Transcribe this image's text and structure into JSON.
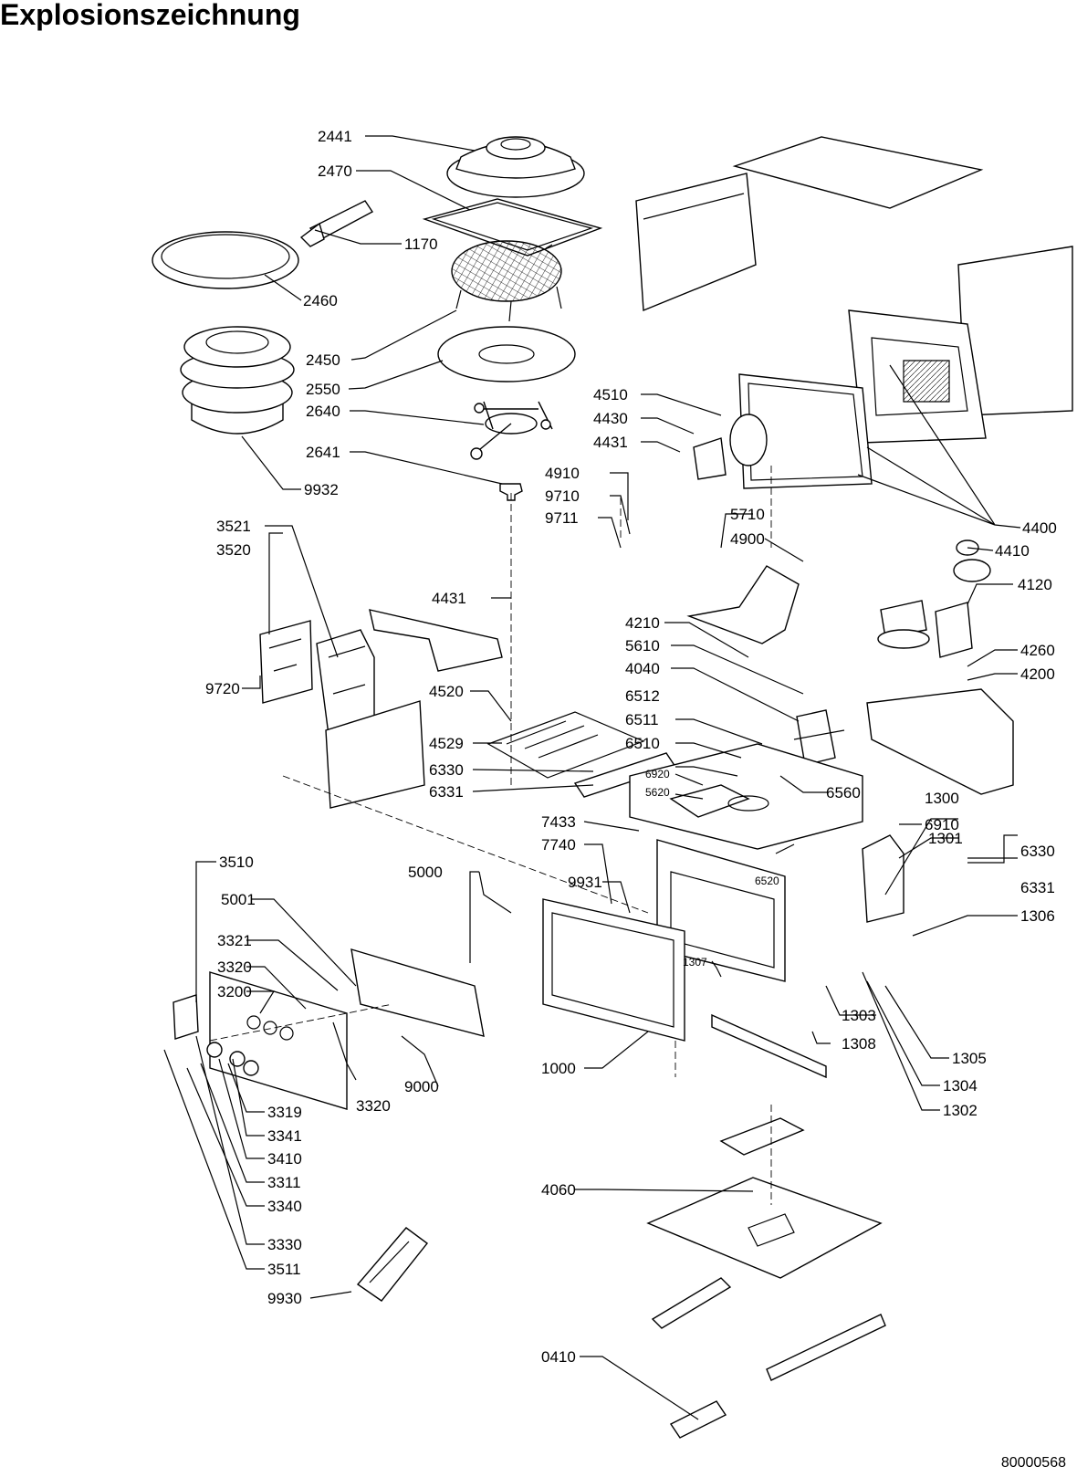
{
  "title": "Explosionszeichnung",
  "document_number": "80000568",
  "part_labels": [
    "2441",
    "2470",
    "1170",
    "2460",
    "2450",
    "2550",
    "2640",
    "2641",
    "9932",
    "4510",
    "4430",
    "4431",
    "4400",
    "4910",
    "9710",
    "9711",
    "5710",
    "4900",
    "4410",
    "4120",
    "3521",
    "3520",
    "4431",
    "4210",
    "5610",
    "4040",
    "4260",
    "4200",
    "9720",
    "4520",
    "6512",
    "6511",
    "6510",
    "4529",
    "6330",
    "6331",
    "6560",
    "6920",
    "5620",
    "7433",
    "6910",
    "1300",
    "1301",
    "7740",
    "9931",
    "6520",
    "6330",
    "6331",
    "3510",
    "5000",
    "5001",
    "3321",
    "3320",
    "3200",
    "1307",
    "1306",
    "1303",
    "1308",
    "1305",
    "1304",
    "1302",
    "9000",
    "3320",
    "3319",
    "3341",
    "3410",
    "3311",
    "3340",
    "3330",
    "3511",
    "9930",
    "1000",
    "4060",
    "0410"
  ]
}
